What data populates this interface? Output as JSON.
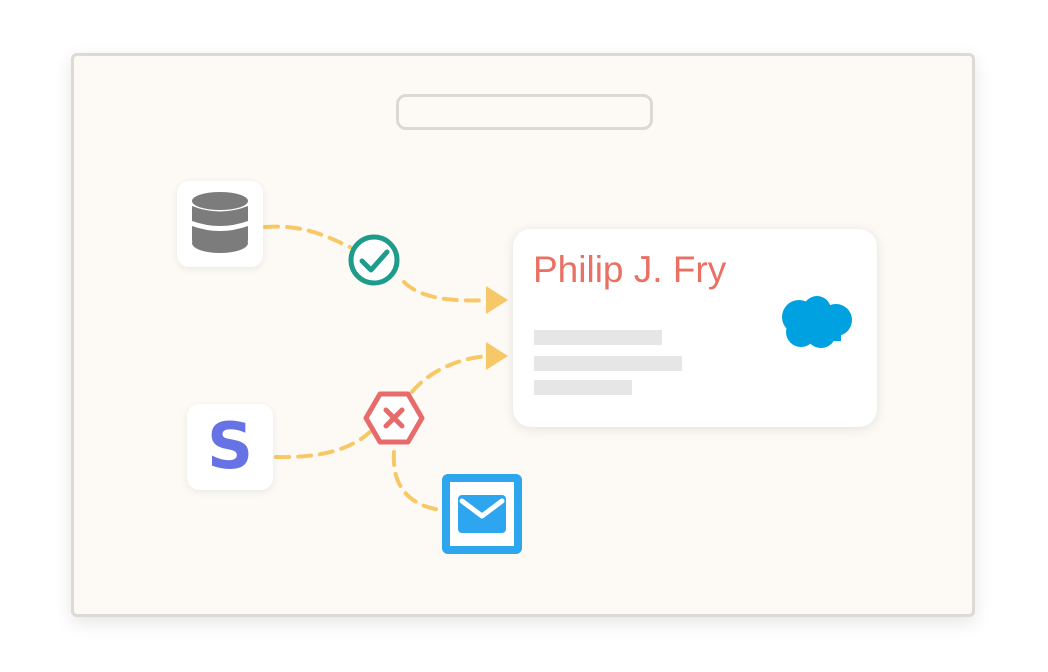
{
  "window": {
    "address_bar": ""
  },
  "sources": [
    {
      "name": "database",
      "icon": "database-icon",
      "status": "success"
    },
    {
      "name": "stripe",
      "label": "S",
      "icon": "stripe-s-icon",
      "status": "failed"
    },
    {
      "name": "email",
      "icon": "mail-icon",
      "status": "fallback"
    }
  ],
  "card": {
    "name": "Philip J. Fry",
    "brand_icon": "salesforce-cloud-icon"
  },
  "colors": {
    "card_name": "#e97063",
    "connector": "#f7c867",
    "success": "#1d9c8c",
    "error": "#e86b6b",
    "stripe": "#6773e4",
    "salesforce": "#00a1e0",
    "mail": "#2ea5ef",
    "database": "#7c7c7c"
  }
}
